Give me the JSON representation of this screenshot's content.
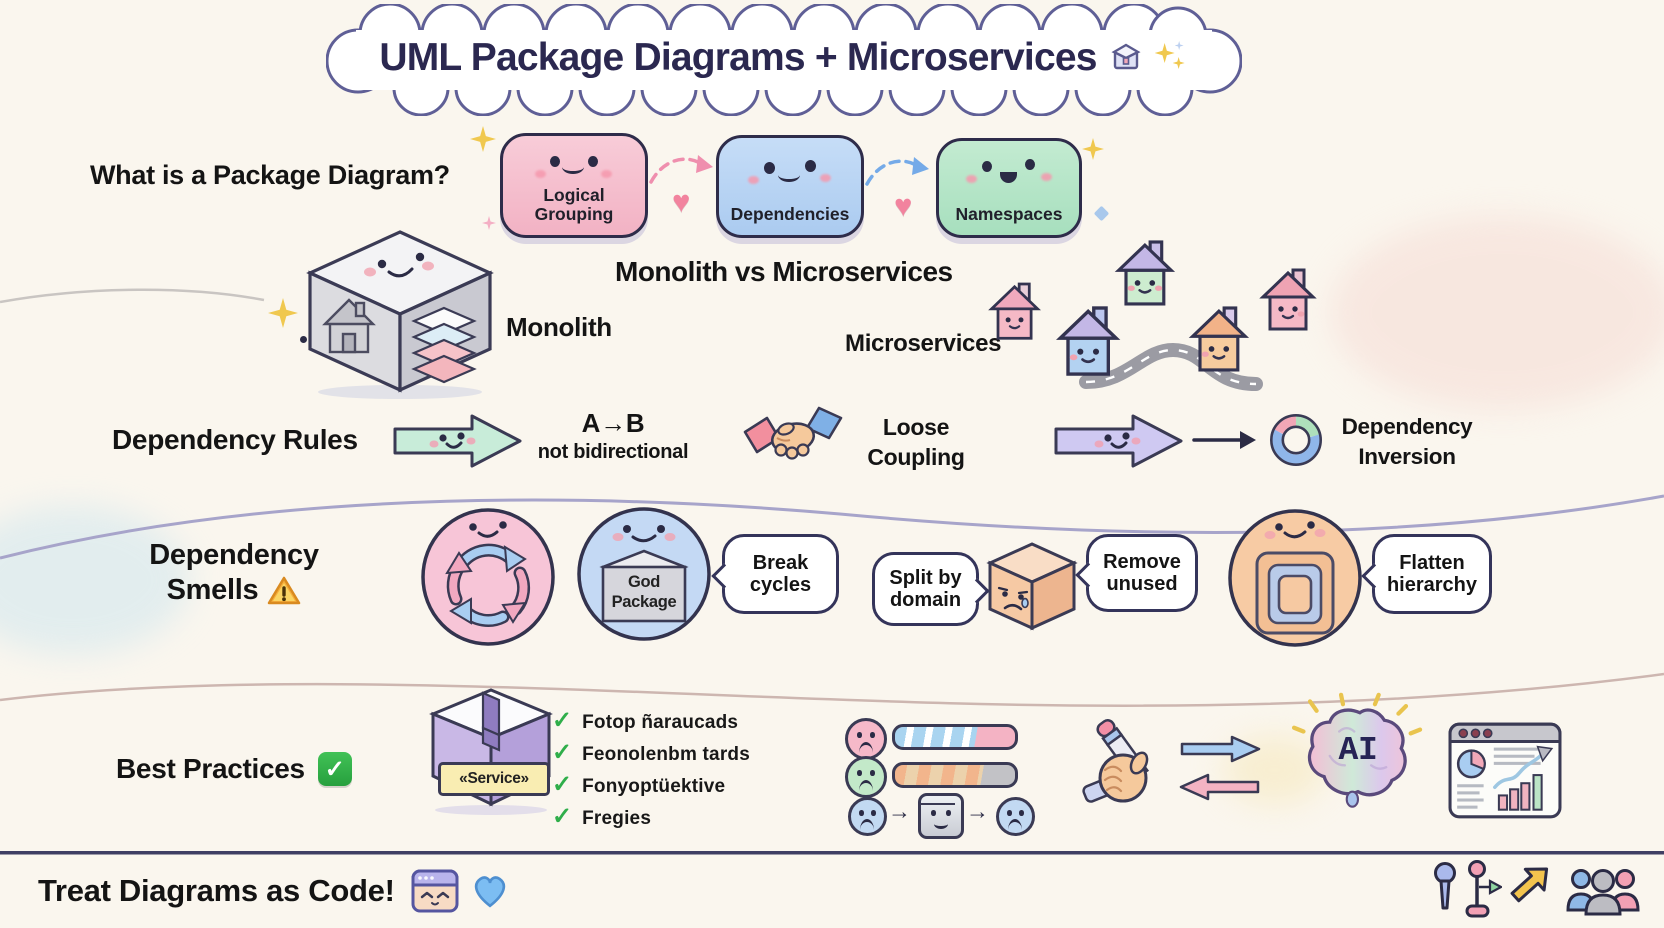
{
  "title": {
    "text": "UML Package Diagrams + Microservices"
  },
  "intro": {
    "heading": "What is a Package Diagram?",
    "boxes": [
      "Logical Grouping",
      "Dependencies",
      "Namespaces"
    ]
  },
  "mono": {
    "heading": "Monolith vs Microservices",
    "left_label": "Monolith",
    "right_label": "Microservices"
  },
  "rules": {
    "heading": "Dependency Rules",
    "rule1_top": "A→B",
    "rule1_bottom": "not bidirectional",
    "rule2": "Loose Coupling",
    "rule3": "Dependency Inversion"
  },
  "smells": {
    "heading_line1": "Dependency",
    "heading_line2": "Smells",
    "god_package": "God Package",
    "bubbles": [
      "Break cycles",
      "Split by domain",
      "Remove unused",
      "Flatten hierarchy"
    ]
  },
  "best": {
    "heading": "Best Practices",
    "service_label": "«Service»",
    "checklist": [
      "Fotop ñaraucads",
      "Feonolenbm tards",
      "Fonyoptüektive",
      "Fregies"
    ],
    "ai_label": "AI"
  },
  "footer": {
    "text": "Treat Diagrams as Code!"
  },
  "icons": {
    "heart": "♥",
    "check": "✓",
    "arrow_right": "→"
  },
  "palette": {
    "background": "#FAF6EE",
    "navy_text": "#2b2850",
    "pink_box": "#f5bcca",
    "blue_box": "#b9d3f3",
    "green_box": "#b3e3c6",
    "mint_arrow": "#c8ecd9",
    "lavender_arrow": "#cfc9f2",
    "bubble_border": "#34345a",
    "check_green": "#2fae4a"
  }
}
